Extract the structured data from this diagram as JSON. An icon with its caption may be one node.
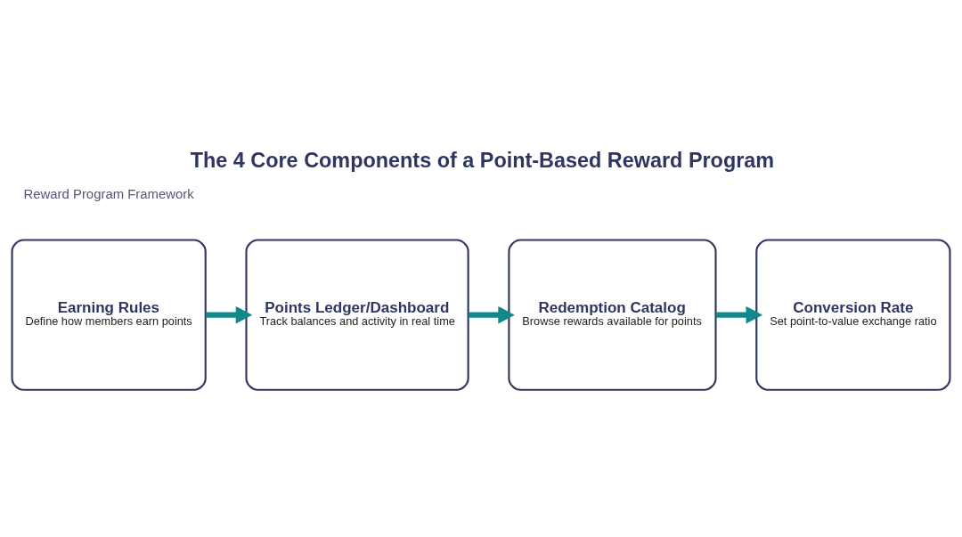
{
  "diagram": {
    "title": "The 4 Core Components of a Point-Based Reward Program",
    "nodes": [
      {
        "text": [
          "Earning Rules",
          "Define how members earn points"
        ]
      },
      {
        "text": [
          "Points Ledger/Dashboard",
          "Track balances and activity in real time"
        ]
      },
      {
        "text": [
          "Redemption Catalog",
          "Browse rewards available for points"
        ]
      },
      {
        "text": [
          "Conversion Rate",
          "Set point-to-value exchange ratio"
        ]
      }
    ],
    "edges": [
      {
        "from": 0,
        "to": 1,
        "arrow": "to"
      },
      {
        "from": 1,
        "to": 2,
        "arrow": "to"
      },
      {
        "from": 2,
        "to": 3,
        "arrow": "to"
      }
    ],
    "labels": [
      "Reward Program Framework"
    ]
  }
}
